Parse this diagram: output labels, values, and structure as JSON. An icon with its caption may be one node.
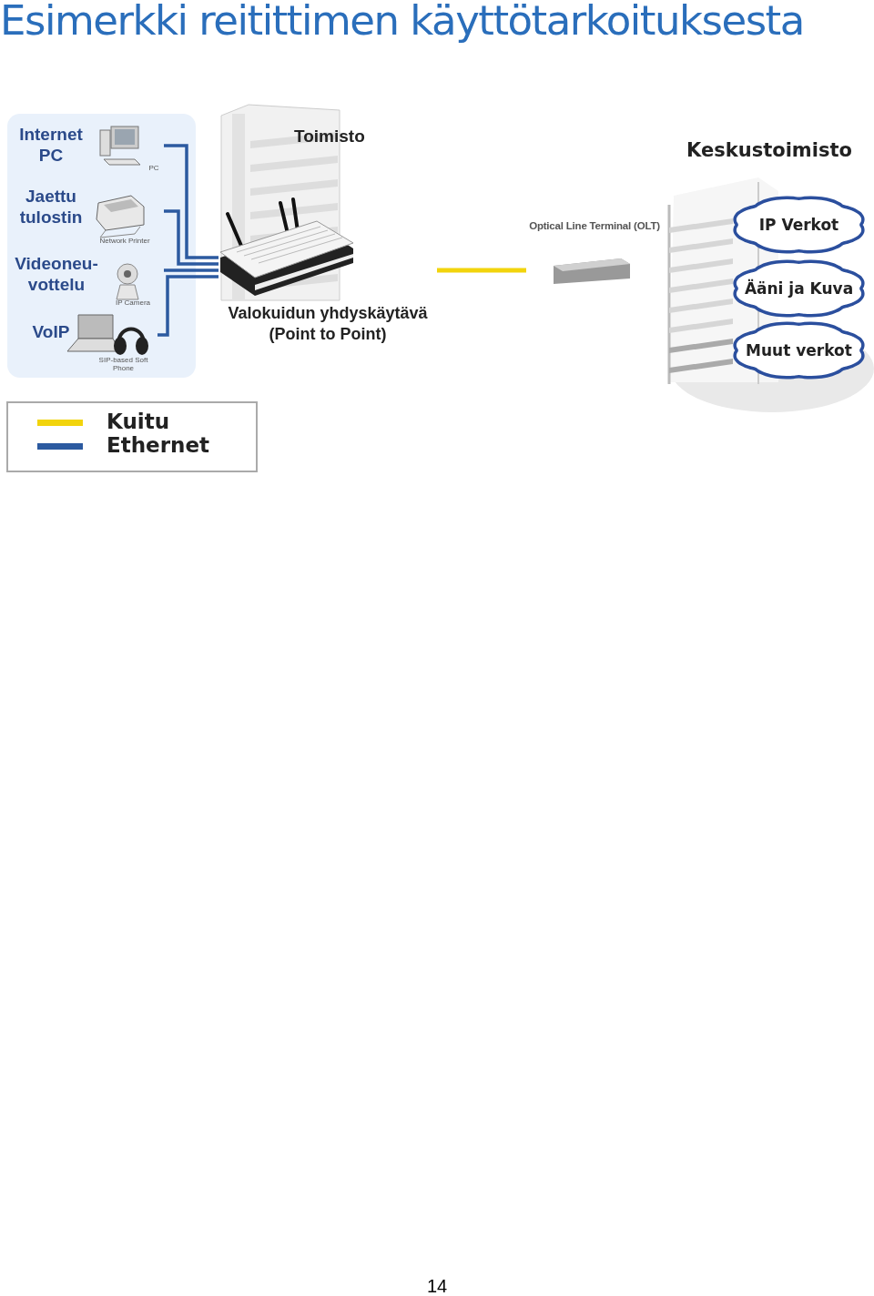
{
  "diagram": {
    "title": "Esimerkki reitittimen käyttötarkoituksesta",
    "nodes": [
      {
        "text": [],
        "shape": "box"
      },
      {
        "text": [
          "Internet PC"
        ],
        "in": 0,
        "beside": [
          "PC"
        ]
      },
      {
        "text": [
          "Jaettu tulostin"
        ],
        "in": 0,
        "beside": [
          "Network Printer"
        ]
      },
      {
        "text": [
          "Videoneu- vottelu"
        ],
        "in": 0,
        "beside": [
          "IP Camera"
        ]
      },
      {
        "text": [
          "VoIP"
        ],
        "in": 0,
        "beside": [
          "SIP-based Soft Phone"
        ]
      },
      {
        "text": [
          "Toimisto"
        ]
      },
      {
        "text": [
          "Valokuidun yhdyskäytävä (Point to Point)"
        ]
      },
      {
        "text": [
          "Optical Line Terminal (OLT)"
        ]
      },
      {
        "text": [
          "Keskustoimisto"
        ]
      },
      {
        "text": [
          "IP Verkot"
        ],
        "in": 8
      },
      {
        "text": [
          "Ääni ja Kuva"
        ],
        "in": 8
      },
      {
        "text": [
          "Muut verkot"
        ],
        "in": 8
      }
    ],
    "edges": [
      {
        "from": 1,
        "to": 6,
        "arrow": "none"
      },
      {
        "from": 2,
        "to": 6,
        "arrow": "none"
      },
      {
        "from": 3,
        "to": 6,
        "arrow": "none"
      },
      {
        "from": 4,
        "to": 6,
        "arrow": "none"
      },
      {
        "from": 6,
        "to": 7,
        "arrow": "none",
        "color": "#f2d40c"
      }
    ],
    "labels": [
      "14"
    ],
    "legend": [
      {
        "text": "Kuitu",
        "color": "#f2d40c"
      },
      {
        "text": "Ethernet",
        "color": "#2c5aa0"
      }
    ]
  }
}
